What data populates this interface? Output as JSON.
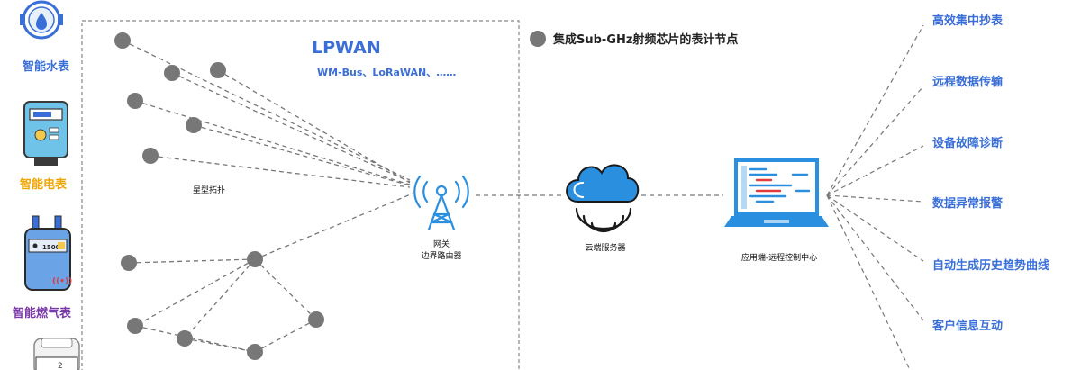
{
  "meters": {
    "water": {
      "label": "智能水表",
      "color": "#3a6fd8"
    },
    "electric": {
      "label": "智能电表",
      "color": "#f0a500"
    },
    "gas": {
      "label": "智能燃气表",
      "color": "#7a38a8"
    },
    "gas_meter_reading": "1500",
    "bottom_meter_digit": "2"
  },
  "lpwan": {
    "title": "LPWAN",
    "subtitle": "WM-Bus、LoRaWAN、……"
  },
  "legend": {
    "label": "集成Sub-GHz射频芯片的表计节点"
  },
  "labels": {
    "star_topology": "星型拓扑",
    "gateway_line1": "网关",
    "gateway_line2": "边界路由器",
    "cloud": "云端服务器",
    "app": "应用端-远程控制中心"
  },
  "features": [
    "高效集中抄表",
    "远程数据传输",
    "设备故障诊断",
    "数据异常报警",
    "自动生成历史趋势曲线",
    "客户信息互动"
  ],
  "colors": {
    "accent_blue": "#3a6fd8",
    "node_gray": "#777777",
    "line_gray": "#777777"
  }
}
